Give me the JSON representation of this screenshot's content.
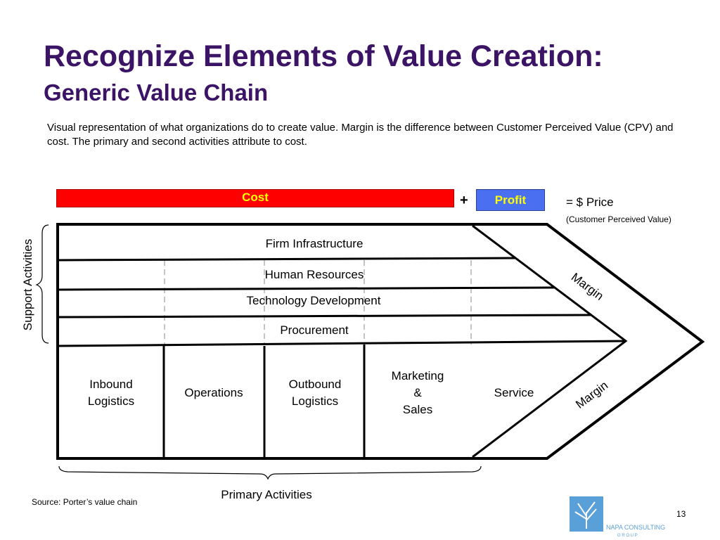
{
  "header": {
    "title": "Recognize Elements of Value Creation:",
    "subtitle": "Generic Value Chain"
  },
  "description": "Visual representation of what organizations do to create value.  Margin is the difference between Customer Perceived Value (CPV) and cost.  The primary and second activities attribute to cost.",
  "equation": {
    "cost_label": "Cost",
    "plus": "+",
    "profit_label": "Profit",
    "price": "= $ Price",
    "cpv_note": "(Customer Perceived Value)"
  },
  "support": {
    "label": "Support Activities",
    "rows": [
      "Firm Infrastructure",
      "Human Resources",
      "Technology Development",
      "Procurement"
    ]
  },
  "primary": {
    "label": "Primary Activities",
    "inbound": [
      "Inbound",
      "Logistics"
    ],
    "operations": "Operations",
    "outbound": [
      "Outbound",
      "Logistics"
    ],
    "marketing": [
      "Marketing",
      "&",
      "Sales"
    ],
    "service": "Service"
  },
  "margin_label": "Margin",
  "source": "Source: Porter’s value chain",
  "page_number": "13",
  "logo": {
    "text": "NAPA CONSULTING",
    "subtext": "G R O U P"
  },
  "colors": {
    "title": "#3b1466",
    "cost": "#ff0000",
    "profit": "#4a6ff0",
    "label_text": "#ffff00",
    "logo": "#5aa0d8"
  }
}
